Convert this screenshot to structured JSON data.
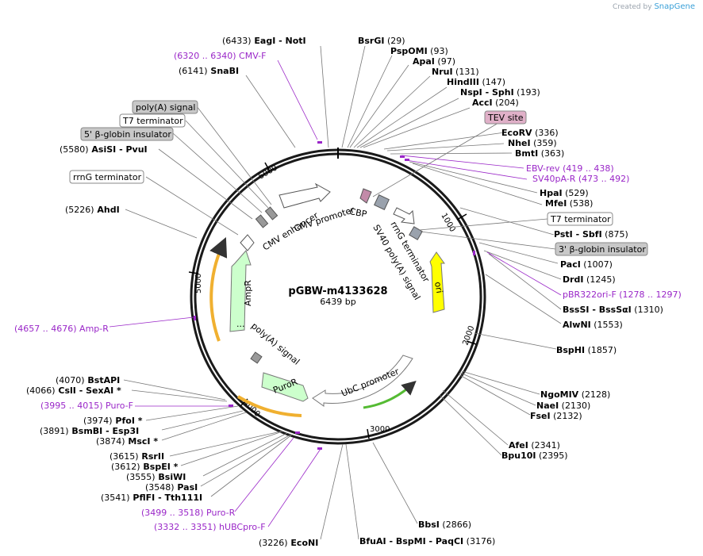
{
  "credit": {
    "prefix": "Created by",
    "brand": "SnapGene"
  },
  "plasmid": {
    "name": "pGBW-m4133628",
    "size": "6439 bp"
  },
  "ticks": [
    "1000",
    "2000",
    "3000",
    "4000",
    "5000",
    "6000"
  ],
  "sites": [
    {
      "t": [
        [
          "(6433)",
          "n"
        ],
        [
          "  EagI",
          "b"
        ],
        [
          "  -  NotI",
          "b"
        ]
      ]
    },
    {
      "t": [
        [
          "(6320 .. 6340)  CMV-F",
          "p"
        ]
      ]
    },
    {
      "t": [
        [
          "(6141)",
          "n"
        ],
        [
          "  SnaBI",
          "b"
        ]
      ]
    },
    {
      "t": [
        [
          "BsrGI",
          "b"
        ],
        [
          "   (29)",
          "n"
        ]
      ]
    },
    {
      "t": [
        [
          "PspOMI",
          "b"
        ],
        [
          "   (93)",
          "n"
        ]
      ]
    },
    {
      "t": [
        [
          "ApaI",
          "b"
        ],
        [
          "   (97)",
          "n"
        ]
      ]
    },
    {
      "t": [
        [
          "NruI",
          "b"
        ],
        [
          "   (131)",
          "n"
        ]
      ]
    },
    {
      "t": [
        [
          "HindIII",
          "b"
        ],
        [
          "   (147)",
          "n"
        ]
      ]
    },
    {
      "t": [
        [
          "NspI",
          "b"
        ],
        [
          "  -  SphI",
          "b"
        ],
        [
          "   (193)",
          "n"
        ]
      ]
    },
    {
      "t": [
        [
          "AccI",
          "b"
        ],
        [
          "   (204)",
          "n"
        ]
      ]
    },
    {
      "t": [
        [
          "EcoRV",
          "b"
        ],
        [
          "   (336)",
          "n"
        ]
      ]
    },
    {
      "t": [
        [
          "NheI",
          "b"
        ],
        [
          "   (359)",
          "n"
        ]
      ]
    },
    {
      "t": [
        [
          "BmtI",
          "b"
        ],
        [
          "   (363)",
          "n"
        ]
      ]
    },
    {
      "t": [
        [
          "EBV-rev    (419 .. 438)",
          "p"
        ]
      ]
    },
    {
      "t": [
        [
          "SV40pA-R    (473 .. 492)",
          "p"
        ]
      ]
    },
    {
      "t": [
        [
          "HpaI",
          "b"
        ],
        [
          "   (529)",
          "n"
        ]
      ]
    },
    {
      "t": [
        [
          "MfeI",
          "b"
        ],
        [
          "   (538)",
          "n"
        ]
      ]
    },
    {
      "t": [
        [
          "PstI",
          "b"
        ],
        [
          "  -  SbfI",
          "b"
        ],
        [
          "   (875)",
          "n"
        ]
      ]
    },
    {
      "t": [
        [
          "PacI",
          "b"
        ],
        [
          "   (1007)",
          "n"
        ]
      ]
    },
    {
      "t": [
        [
          "DrdI",
          "b"
        ],
        [
          "   (1245)",
          "n"
        ]
      ]
    },
    {
      "t": [
        [
          "pBR322ori-F    (1278 .. 1297)",
          "p"
        ]
      ]
    },
    {
      "t": [
        [
          "BssSI",
          "b"
        ],
        [
          "  -  BssSαI",
          "b"
        ],
        [
          "   (1310)",
          "n"
        ]
      ]
    },
    {
      "t": [
        [
          "AlwNI",
          "b"
        ],
        [
          "   (1553)",
          "n"
        ]
      ]
    },
    {
      "t": [
        [
          "BspHI",
          "b"
        ],
        [
          "   (1857)",
          "n"
        ]
      ]
    },
    {
      "t": [
        [
          "NgoMIV",
          "b"
        ],
        [
          "   (2128)",
          "n"
        ]
      ]
    },
    {
      "t": [
        [
          "NaeI",
          "b"
        ],
        [
          "   (2130)",
          "n"
        ]
      ]
    },
    {
      "t": [
        [
          "FseI",
          "b"
        ],
        [
          "   (2132)",
          "n"
        ]
      ]
    },
    {
      "t": [
        [
          "AfeI",
          "b"
        ],
        [
          "   (2341)",
          "n"
        ]
      ]
    },
    {
      "t": [
        [
          "Bpu10I",
          "b"
        ],
        [
          "   (2395)",
          "n"
        ]
      ]
    },
    {
      "t": [
        [
          "BbsI",
          "b"
        ],
        [
          "   (2866)",
          "n"
        ]
      ]
    },
    {
      "t": [
        [
          "BfuAI",
          "b"
        ],
        [
          "  -  BspMI",
          "b"
        ],
        [
          "  -  PaqCI",
          "b"
        ],
        [
          "   (3176)",
          "n"
        ]
      ]
    },
    {
      "t": [
        [
          "(3226)",
          "n"
        ],
        [
          "  EcoNI",
          "b"
        ]
      ]
    },
    {
      "t": [
        [
          "(3332 .. 3351)  hUBCpro-F",
          "p"
        ]
      ]
    },
    {
      "t": [
        [
          "(3499 .. 3518)  Puro-R",
          "p"
        ]
      ]
    },
    {
      "t": [
        [
          "(3541)",
          "n"
        ],
        [
          "  PflFI",
          "b"
        ],
        [
          "  -  Tth111I",
          "b"
        ]
      ]
    },
    {
      "t": [
        [
          "(3548)",
          "n"
        ],
        [
          "  PasI",
          "b"
        ]
      ]
    },
    {
      "t": [
        [
          "(3555)",
          "n"
        ],
        [
          "  BsiWI",
          "b"
        ]
      ]
    },
    {
      "t": [
        [
          "(3612)",
          "n"
        ],
        [
          "  BspEI *",
          "b"
        ]
      ]
    },
    {
      "t": [
        [
          "(3615)",
          "n"
        ],
        [
          "  RsrII",
          "b"
        ]
      ]
    },
    {
      "t": [
        [
          "(3874)",
          "n"
        ],
        [
          "  MscI *",
          "b"
        ]
      ]
    },
    {
      "t": [
        [
          "(3891)",
          "n"
        ],
        [
          "  BsmBI",
          "b"
        ],
        [
          "  -  Esp3I",
          "b"
        ]
      ]
    },
    {
      "t": [
        [
          "(3974)",
          "n"
        ],
        [
          "  PfoI *",
          "b"
        ]
      ]
    },
    {
      "t": [
        [
          "(3995 .. 4015)  Puro-F",
          "p"
        ]
      ]
    },
    {
      "t": [
        [
          "(4066)",
          "n"
        ],
        [
          "  CslI",
          "b"
        ],
        [
          "  -  SexAI *",
          "b"
        ]
      ]
    },
    {
      "t": [
        [
          "(4070)",
          "n"
        ],
        [
          "  BstAPI",
          "b"
        ]
      ]
    },
    {
      "t": [
        [
          "(4657 .. 4676)  Amp-R",
          "p"
        ]
      ]
    },
    {
      "t": [
        [
          "(5226)",
          "n"
        ],
        [
          "  AhdI",
          "b"
        ]
      ]
    },
    {
      "t": [
        [
          "(5580)",
          "n"
        ],
        [
          "  AsiSI",
          "b"
        ],
        [
          "  -  PvuI",
          "b"
        ]
      ]
    }
  ],
  "boxes": [
    "poly(A) signal",
    "T7 terminator",
    "5' β-globin insulator",
    "rrnG terminator",
    "TEV site",
    "T7 terminator",
    "3' β-globin insulator"
  ],
  "features": {
    "cmv_enhancer": "CMV enhancer",
    "cmv_promoter": "CMV promoter",
    "cbp": "CBP",
    "rrng_terminator": "rrnG terminator",
    "sv40_polya": "SV40 poly(A) signal",
    "ori": "ori",
    "ampr": "AmpR",
    "polya_signal": "poly(A) signal",
    "puror": "PuroR",
    "ubc_promoter": "UbC promoter",
    "ampr_small": "..."
  },
  "colors": {
    "backbone": "#1a1a1a",
    "primer": "#9a27c8",
    "ori": "#ffff00",
    "marker": "#ccffcc",
    "primer_bind": "#f0b030",
    "ubc_primer": "#55bb33",
    "tev": "#e0b0c8",
    "insulator": "#c8c8c8",
    "credit": "#3aa0d8"
  }
}
